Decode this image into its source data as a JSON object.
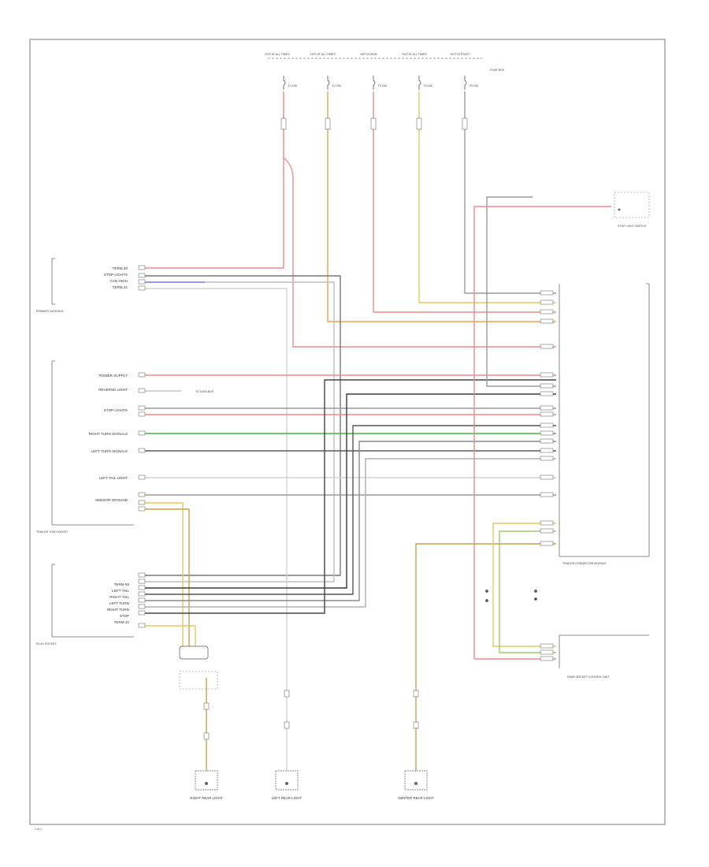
{
  "page_number": "1 of 1",
  "colors": {
    "red": "#f08a8a",
    "orange": "#f5a04a",
    "yellow": "#e6c75a",
    "brown_yellow": "#c8a24a",
    "black": "#444444",
    "grey": "#9a9a9a",
    "blue": "#6d7df2",
    "green": "#46b046",
    "white": "#d2d2d2",
    "dark": "#2e2e2e"
  },
  "top_sources": {
    "labels": [
      "HOT AT ALL TIMES",
      "HOT AT ALL TIMES",
      "HOT IN RUN",
      "HOT AT ALL TIMES",
      "HOT IN START"
    ],
    "fuse_labels": [
      "F1 15A",
      "F2 15A",
      "F3 15A",
      "F4 15A",
      "F5 10A"
    ],
    "corner_note": "FUSE BOX"
  },
  "components": {
    "left_blocks": [
      "PRIMARY DATA BUS",
      "TRAILER TOW SOCKET",
      "PLUG SOCKET"
    ],
    "right_blocks": [
      "TRAILER CONNECTOR MODULE",
      "REAR SOCKET CONTROL UNIT"
    ],
    "stop_light": "STOP LIGHT SWITCH",
    "center_note": "TO DATA BUS",
    "bottom": [
      "RIGHT REAR LIGHT",
      "LEFT REAR LIGHT",
      "CENTER REAR LIGHT"
    ]
  },
  "pin_labels": {
    "primary": [
      "TERM 30",
      "STOP LIGHTS",
      "CAN HIGH",
      "TERM 31"
    ],
    "trailer": [
      "POWER SUPPLY",
      "REVERSE LIGHT",
      "STOP LIGHTS",
      "RIGHT TURN SIGNALS",
      "LEFT TURN SIGNALS",
      "LEFT TAIL LIGHT",
      "SENSOR GROUND"
    ],
    "plug": [
      "TERM 58",
      "LEFT TAIL",
      "RIGHT TAIL",
      "LEFT TURN",
      "RIGHT TURN",
      "STOP",
      "TERM 31"
    ]
  }
}
